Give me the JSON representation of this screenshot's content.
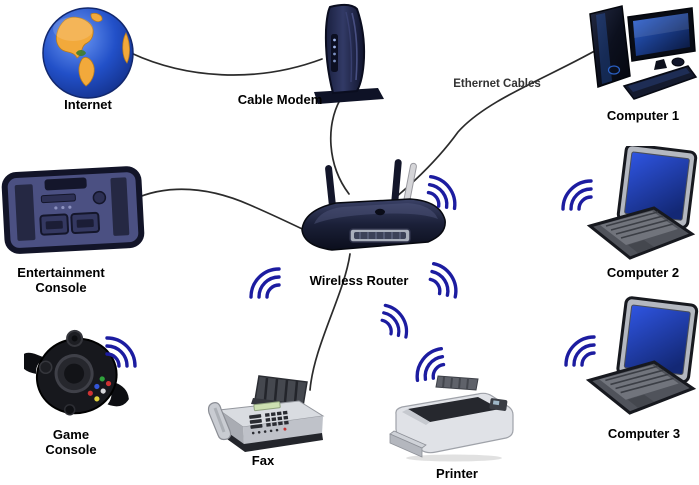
{
  "labels": {
    "internet": "Internet",
    "cable_modem": "Cable Modem",
    "ethernet_cables": "Ethernet Cables",
    "computer_1": "Computer 1",
    "entertainment_console_line1": "Entertainment",
    "entertainment_console_line2": "Console",
    "wireless_router": "Wireless Router",
    "computer_2": "Computer 2",
    "game_console_line1": "Game",
    "game_console_line2": "Console",
    "fax": "Fax",
    "printer": "Printer",
    "computer_3": "Computer 3"
  },
  "colors": {
    "background": "#ffffff",
    "label_text": "#000000",
    "cable": "#2b2b2b",
    "wifi_arc": "#1c1ca0"
  },
  "connections": {
    "wired": [
      {
        "from": "Internet",
        "to": "Cable Modem"
      },
      {
        "from": "Cable Modem",
        "to": "Wireless Router"
      },
      {
        "from": "Computer 1",
        "to": "Wireless Router",
        "via": "Ethernet Cables"
      },
      {
        "from": "Entertainment Console",
        "to": "Wireless Router"
      },
      {
        "from": "Wireless Router",
        "to": "Fax"
      }
    ],
    "wireless": [
      "Computer 2",
      "Computer 3",
      "Printer",
      "Game Console"
    ]
  }
}
